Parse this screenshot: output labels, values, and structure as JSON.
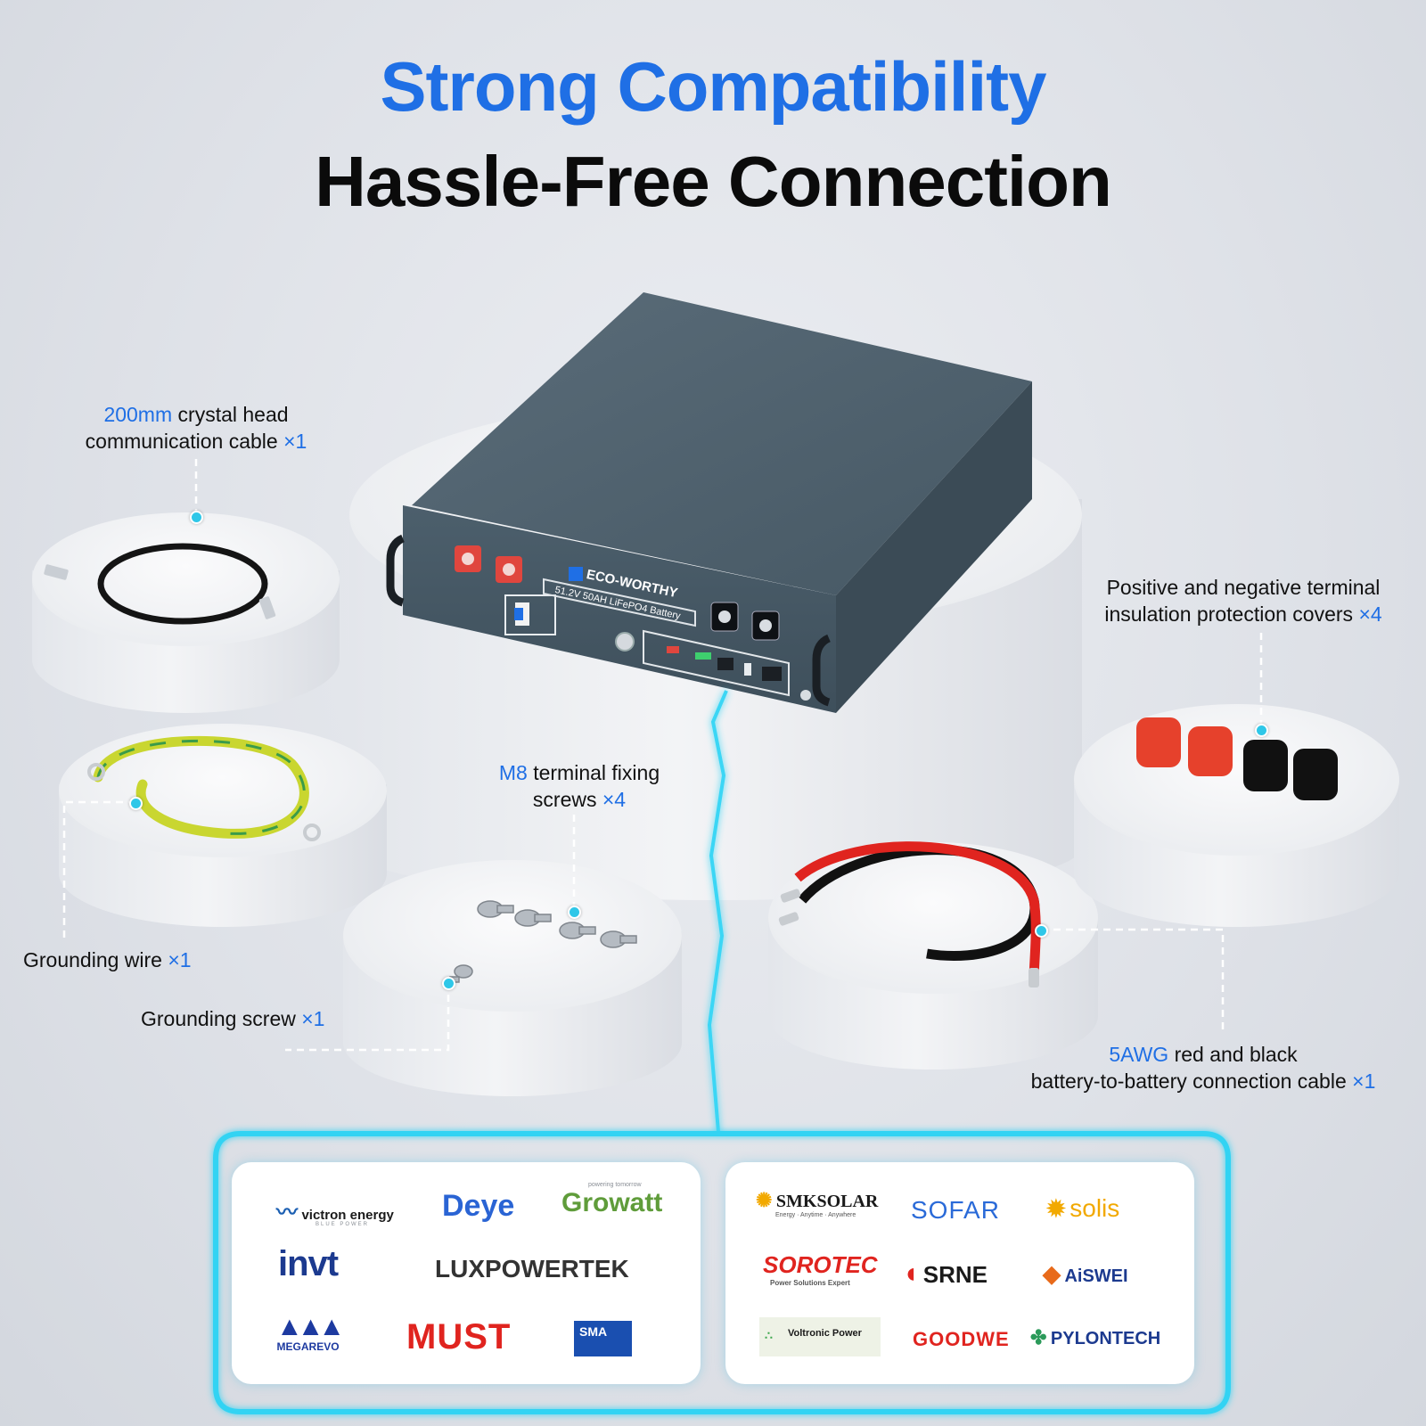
{
  "header": {
    "title_line1": "Strong Compatibility",
    "title_line2": "Hassle-Free Connection"
  },
  "colors": {
    "accent": "#1f6fe5",
    "glow": "#2fc7e8",
    "battery": "#4a5d6b",
    "terminal_red": "#e0463e"
  },
  "battery": {
    "brand": "ECO-WORTHY",
    "model_label": "51.2V 50AH LiFePO4 Battery"
  },
  "accessories": {
    "comm_cable": {
      "highlight": "200mm",
      "text": " crystal head",
      "line2": "communication cable ",
      "qty": "×1"
    },
    "grounding_wire": {
      "text": "Grounding wire ",
      "qty": "×1"
    },
    "terminal_screws": {
      "highlight": "M8",
      "text": " terminal fixing",
      "line2": "screws ",
      "qty": "×4"
    },
    "grounding_screw": {
      "text": "Grounding screw ",
      "qty": "×1"
    },
    "covers": {
      "line1": "Positive and negative terminal",
      "line2": "insulation protection covers ",
      "qty": "×4"
    },
    "battery_cable": {
      "highlight": "5AWG",
      "text": " red and black",
      "line2": "battery-to-battery connection cable ",
      "qty": "×1"
    }
  },
  "brands_left": [
    "victron energy",
    "Deye",
    "Growatt",
    "invt",
    "LUXPOWERTEK",
    "MEGAREVO",
    "MUST",
    "SMA"
  ],
  "brands_right": [
    "SMKSOLAR",
    "SOFAR",
    "solis",
    "SOROTEC",
    "SRNE",
    "AiSWEI",
    "Voltronic Power",
    "GOODWE",
    "PYLONTECH"
  ],
  "brand_taglines": {
    "victron": "BLUE POWER",
    "smk": "Energy · Anytime · Anywhere",
    "sorotec": "Power Solutions Expert",
    "growatt_small": "powering tomorrow"
  }
}
